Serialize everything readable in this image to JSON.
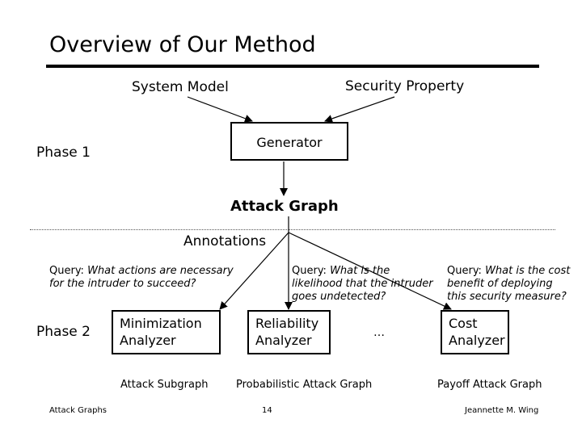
{
  "slide": {
    "title": "Overview of Our Method",
    "footer_left": "Attack Graphs",
    "page_number": "14",
    "footer_right": "Jeannette M. Wing"
  },
  "diagram": {
    "system_model": "System Model",
    "security_property": "Security Property",
    "generator": "Generator",
    "phase1": "Phase 1",
    "attack_graph": "Attack Graph",
    "annotations": "Annotations",
    "phase2": "Phase 2",
    "queries": [
      {
        "prefix": "Query: ",
        "text": "What actions are necessary for the intruder to succeed?"
      },
      {
        "prefix": "Query: ",
        "text": "What is the likelihood that the intruder goes undetected?"
      },
      {
        "prefix": "Query: ",
        "text": "What is the cost benefit of deploying this security measure?"
      }
    ],
    "analyzers": [
      {
        "label": "Minimization Analyzer",
        "output": "Attack Subgraph"
      },
      {
        "label": "Reliability Analyzer",
        "output": "Probabilistic Attack Graph"
      },
      {
        "label": "Cost Analyzer",
        "output": "Payoff Attack Graph"
      }
    ],
    "ellipsis": "…"
  }
}
